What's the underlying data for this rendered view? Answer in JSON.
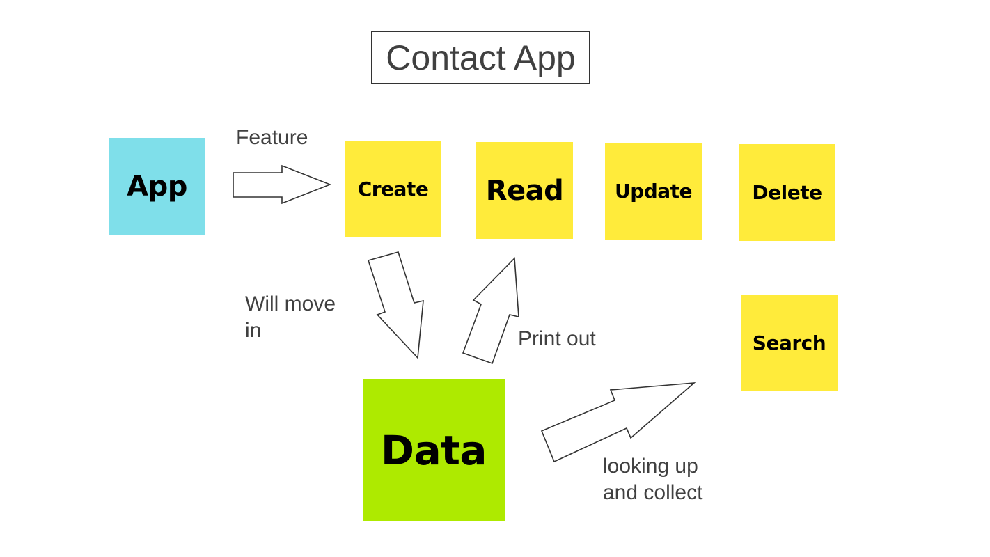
{
  "title": "Contact App",
  "notes": {
    "app": "App",
    "create": "Create",
    "read": "Read",
    "update": "Update",
    "delete": "Delete",
    "search": "Search",
    "data": "Data"
  },
  "labels": {
    "feature": "Feature",
    "will_move_in": "Will move\nin",
    "print_out": "Print out",
    "looking_up": "looking up\nand collect"
  },
  "colors": {
    "app": "#7fdfea",
    "feature": "#ffeb3b",
    "data": "#aeea00"
  }
}
